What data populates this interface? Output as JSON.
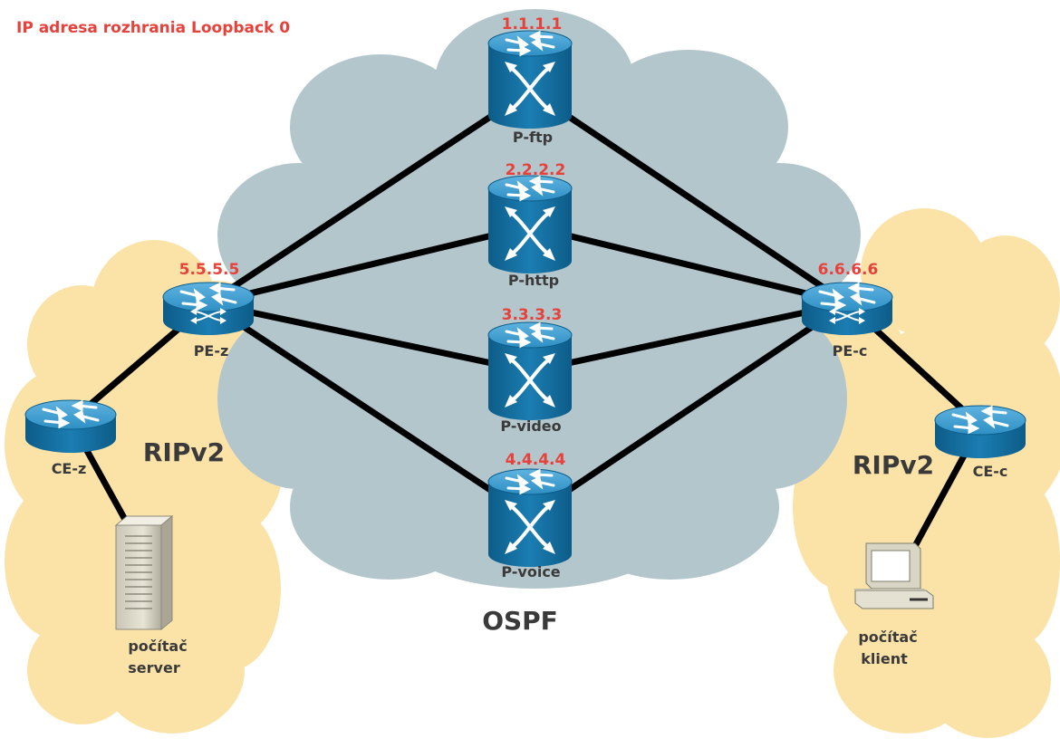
{
  "legend": "IP adresa rozhrania Loopback 0",
  "areas": {
    "core": "OSPF",
    "left": "RIPv2",
    "right": "RIPv2"
  },
  "devices": {
    "p_ftp": {
      "name": "P-ftp",
      "ip": "1.1.1.1",
      "icon": "switch-router-icon"
    },
    "p_http": {
      "name": "P-http",
      "ip": "2.2.2.2",
      "icon": "switch-router-icon"
    },
    "p_video": {
      "name": "P-video",
      "ip": "3.3.3.3",
      "icon": "switch-router-icon"
    },
    "p_voice": {
      "name": "P-voice",
      "ip": "4.4.4.4",
      "icon": "switch-router-icon"
    },
    "pe_z": {
      "name": "PE-z",
      "ip": "5.5.5.5",
      "icon": "router-icon"
    },
    "pe_c": {
      "name": "PE-c",
      "ip": "6.6.6.6",
      "icon": "router-icon"
    },
    "ce_z": {
      "name": "CE-z",
      "icon": "router-icon"
    },
    "ce_c": {
      "name": "CE-c",
      "icon": "router-icon"
    },
    "server": {
      "line1": "počítač",
      "line2": "server",
      "icon": "server-tower-icon"
    },
    "client": {
      "line1": "počítač",
      "line2": "klient",
      "icon": "desktop-pc-icon"
    }
  },
  "colors": {
    "ospf_cloud": "#b3c6cb",
    "rip_cloud": "#fbe3a8",
    "device_blue": "#1a7db3",
    "ip_label": "#e8403a",
    "link": "#000000"
  }
}
